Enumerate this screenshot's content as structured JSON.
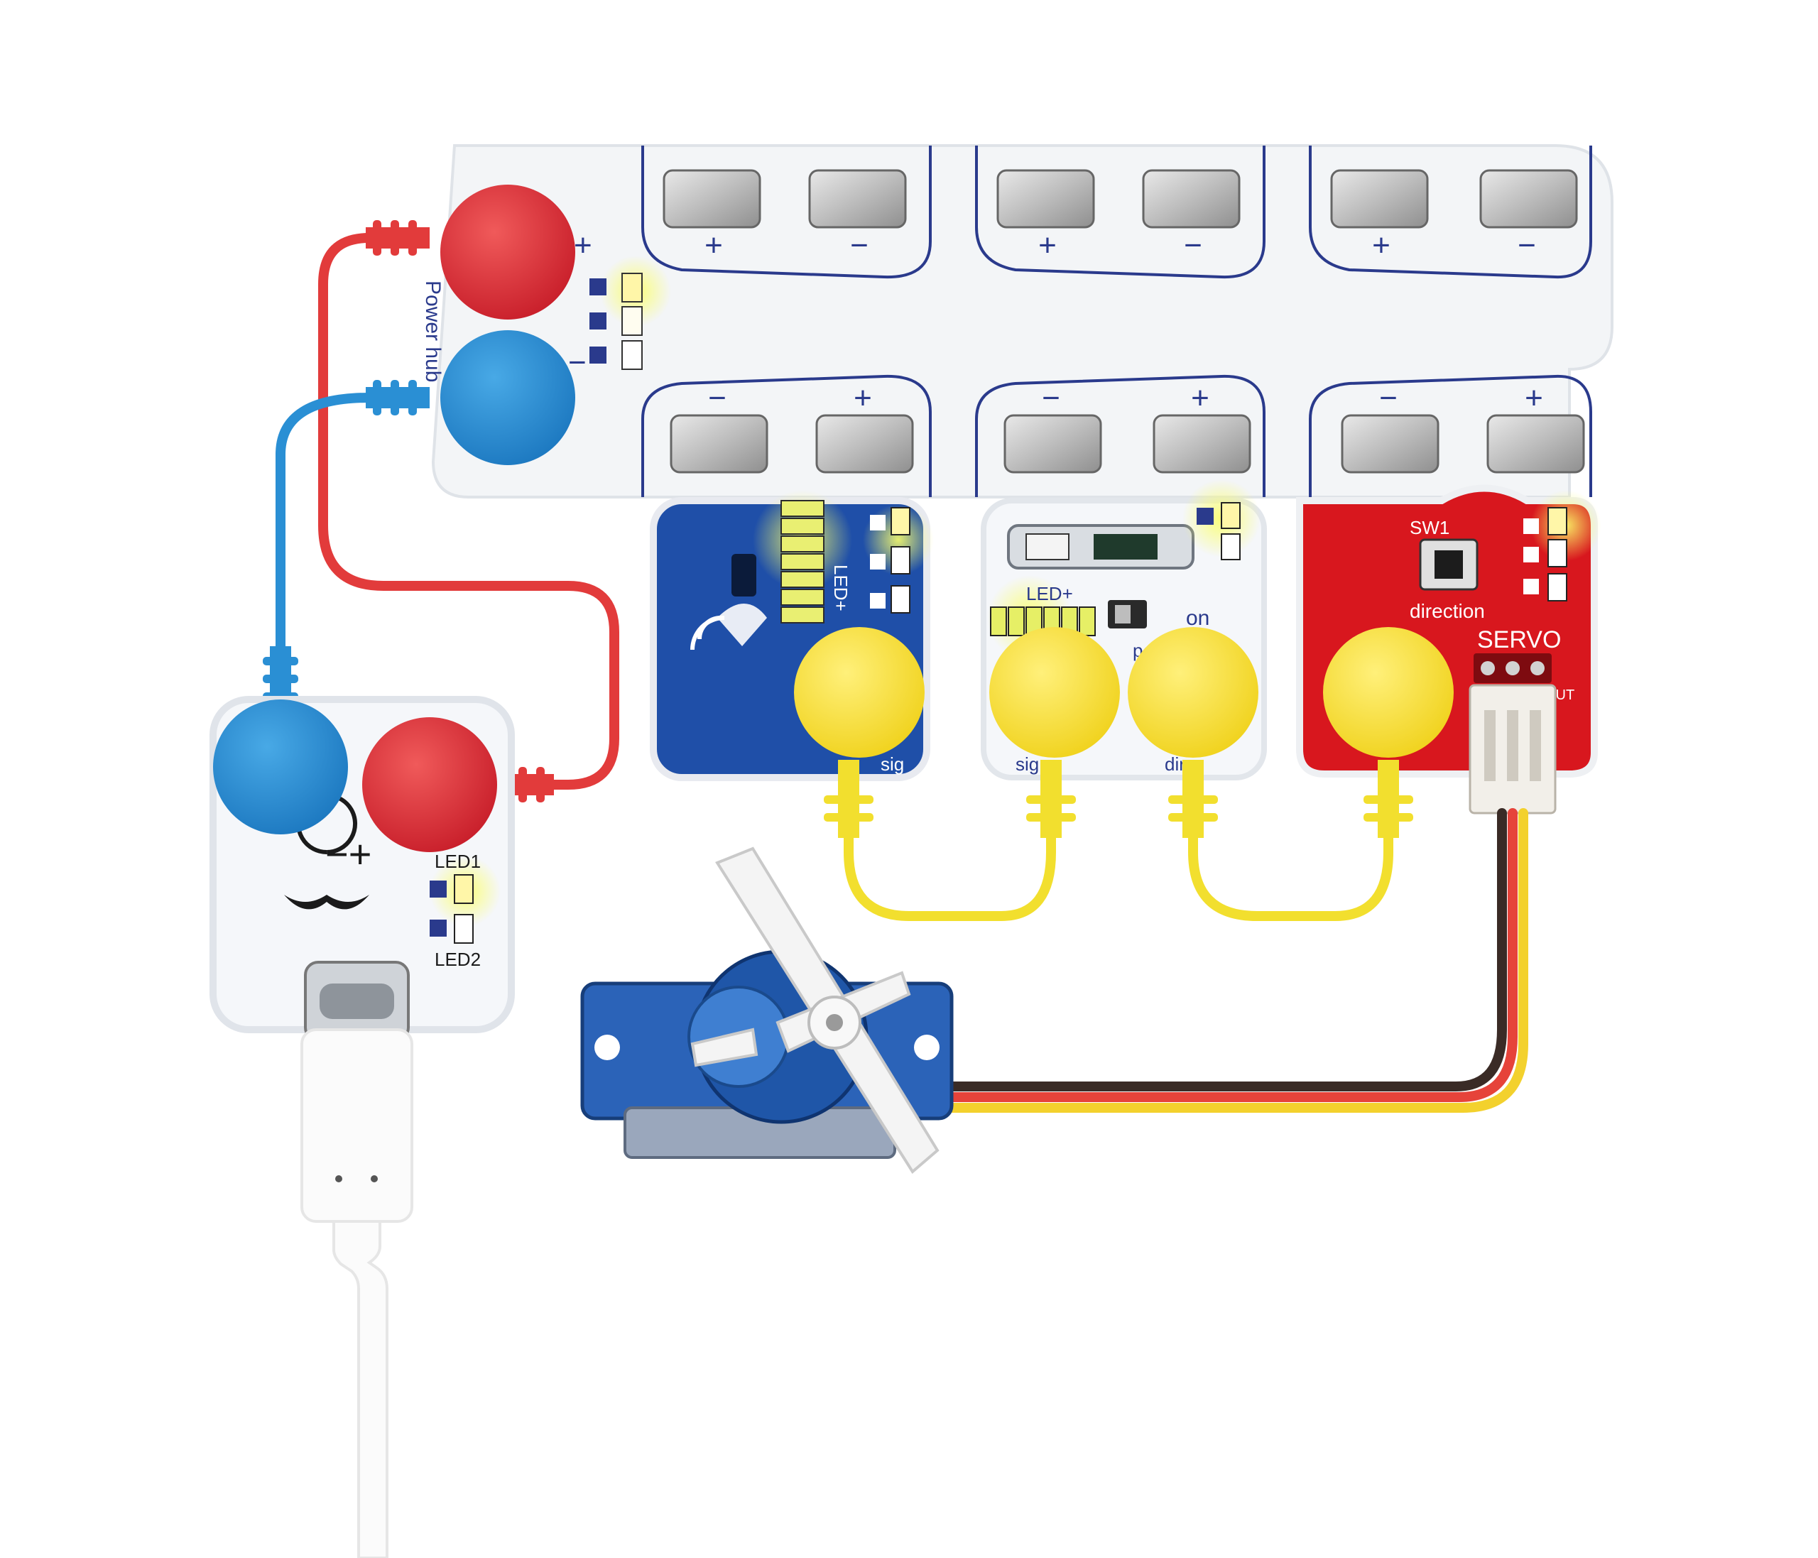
{
  "hub": {
    "label_power": "Power hub",
    "plus": "+",
    "minus": "−"
  },
  "port_signs": {
    "top": [
      "+",
      "−",
      "+",
      "−",
      "+",
      "−"
    ],
    "bottom": [
      "−",
      "+",
      "−",
      "+",
      "−",
      "+"
    ]
  },
  "sound_module": {
    "led_label": "LED+",
    "sig_label": "sig"
  },
  "pot_module": {
    "led_label": "LED+",
    "on_label": "on",
    "pot_label": "pot",
    "sig_label": "sig",
    "dir_label": "dir"
  },
  "servo_module": {
    "switch_label": "SW1",
    "direction_label": "direction",
    "servo_label": "SERVO",
    "out_label": "OUT"
  },
  "power_module": {
    "led1": "LED1",
    "led2": "LED2"
  },
  "colors": {
    "red_wire": "#e23b3b",
    "blue_wire": "#2a8fd4",
    "yellow_wire": "#f2df2e",
    "board_blue": "#1f4fa8",
    "board_red": "#d8171e",
    "hub_outline": "#2a3a8c"
  }
}
